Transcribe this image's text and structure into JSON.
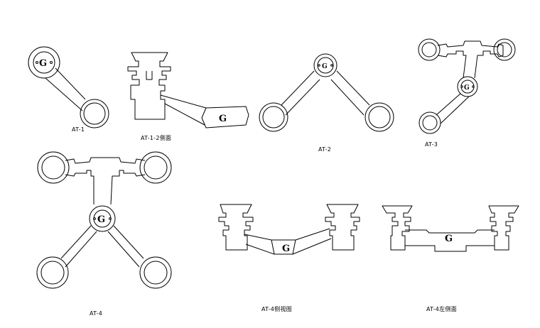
{
  "labels": {
    "at1": "AT-1",
    "at1_2": "AT-1-2侧面",
    "at2": "AT-2",
    "at3": "AT-3",
    "at4": "AT-4",
    "at4_side": "AT-4侧视图",
    "at4_left": "AT-4左侧面"
  },
  "logo_mark": "G",
  "colors": {
    "line": "#000000",
    "background": "#ffffff"
  }
}
